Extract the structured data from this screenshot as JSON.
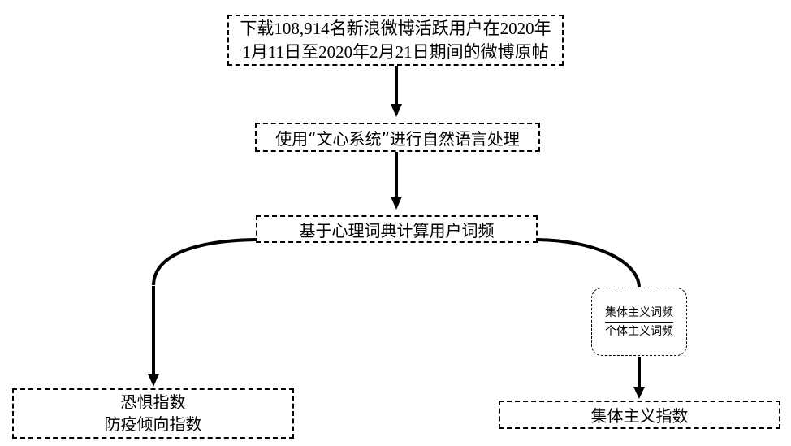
{
  "diagram": {
    "type": "flowchart",
    "nodes": {
      "download": {
        "lines": [
          "下载108,914名新浪微博活跃用户在2020年",
          "1月11日至2020年2月21日期间的微博原帖"
        ]
      },
      "nlp": {
        "label": "使用“文心系统”进行自然语言处理"
      },
      "word_freq": {
        "label": "基于心理词典计算用户词频"
      },
      "ratio": {
        "numerator": "集体主义词频",
        "denominator": "个体主义词频"
      },
      "fear_index": {
        "lines": [
          "恐惧指数",
          "防疫倾向指数"
        ]
      },
      "collectivism_index": {
        "label": "集体主义指数"
      }
    },
    "edges": [
      {
        "from": "download",
        "to": "nlp"
      },
      {
        "from": "nlp",
        "to": "word_freq"
      },
      {
        "from": "word_freq",
        "to": "fear_index"
      },
      {
        "from": "word_freq",
        "to": "ratio"
      },
      {
        "from": "ratio",
        "to": "collectivism_index"
      }
    ]
  }
}
